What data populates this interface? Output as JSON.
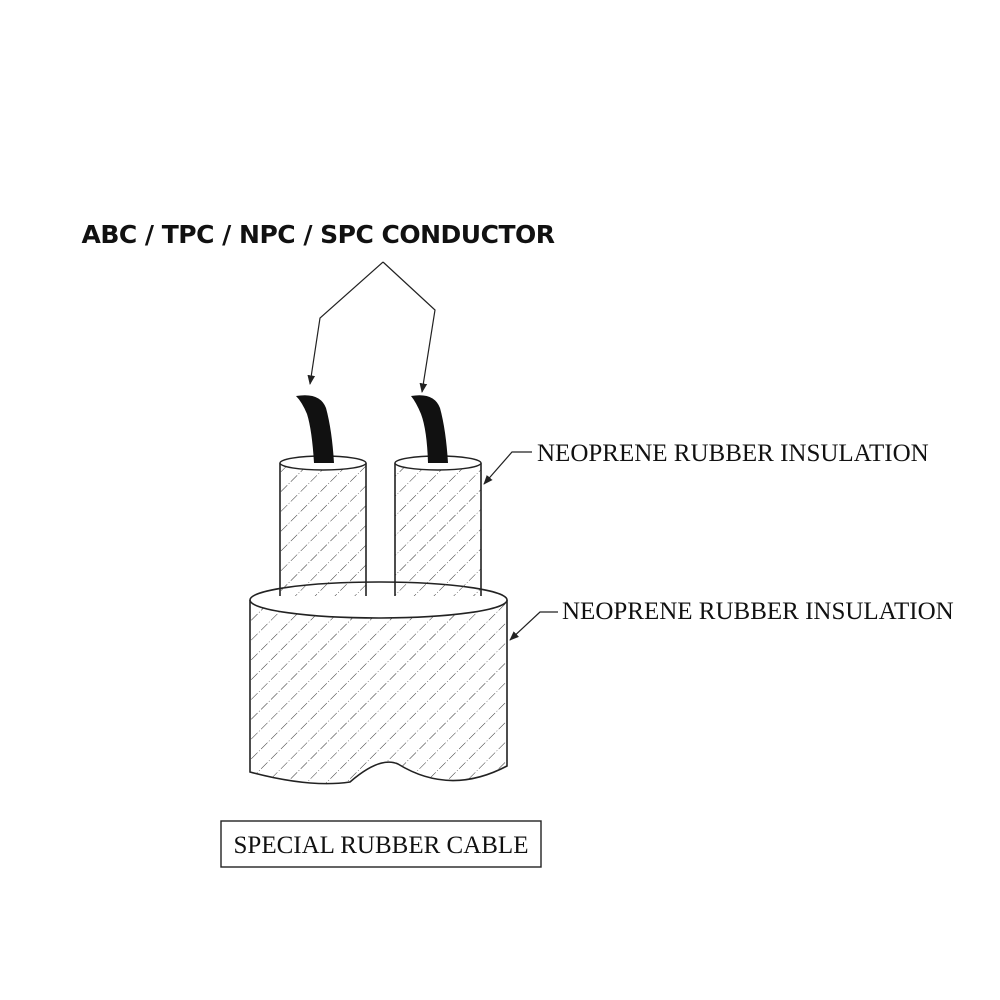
{
  "labels": {
    "conductor": "ABC / TPC / NPC / SPC CONDUCTOR",
    "inner_insulation": "NEOPRENE RUBBER INSULATION",
    "outer_insulation": "NEOPRENE RUBBER INSULATION",
    "caption": "SPECIAL RUBBER CABLE"
  },
  "colors": {
    "line": "#222222",
    "conductor": "#111111",
    "background": "#ffffff"
  }
}
